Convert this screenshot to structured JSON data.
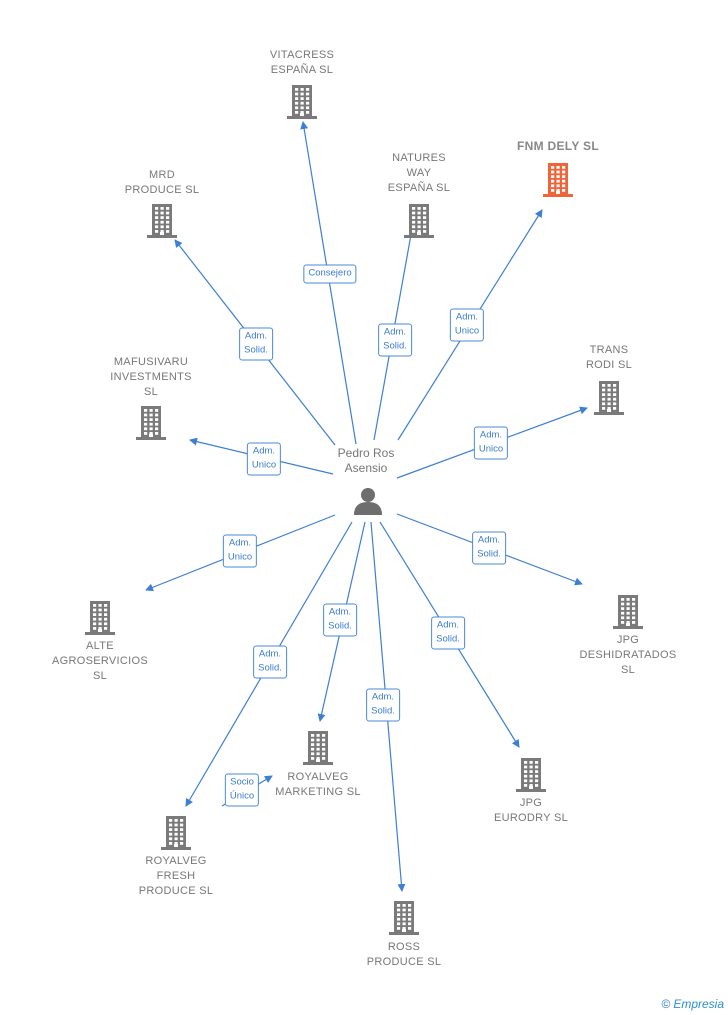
{
  "center": {
    "name": "Pedro Ros\nAsensio"
  },
  "nodes": [
    {
      "id": "vitacress",
      "label": "VITACRESS\nESPAÑA SL"
    },
    {
      "id": "mrd",
      "label": "MRD\nPRODUCE  SL"
    },
    {
      "id": "natures",
      "label": "NATURES\nWAY\nESPAÑA SL"
    },
    {
      "id": "fnm",
      "label": "FNM DELY  SL",
      "highlight": true
    },
    {
      "id": "mafusivaru",
      "label": "MAFUSIVARU\nINVESTMENTS\nSL"
    },
    {
      "id": "trans",
      "label": "TRANS\nRODI SL"
    },
    {
      "id": "alte",
      "label": "ALTE\nAGROSERVICIOS\nSL"
    },
    {
      "id": "jpgdeshid",
      "label": "JPG\nDESHIDRATADOS\nSL"
    },
    {
      "id": "royalvegmkt",
      "label": "ROYALVEG\nMARKETING SL"
    },
    {
      "id": "jpgeurodry",
      "label": "JPG\nEURODRY  SL"
    },
    {
      "id": "royalvegfresh",
      "label": "ROYALVEG\nFRESH\nPRODUCE SL"
    },
    {
      "id": "ross",
      "label": "ROSS\nPRODUCE  SL"
    }
  ],
  "relations": [
    {
      "from": "center",
      "to": "vitacress",
      "label": "Consejero"
    },
    {
      "from": "center",
      "to": "mrd",
      "label": "Adm.\nSolid."
    },
    {
      "from": "center",
      "to": "natures",
      "label": "Adm.\nSolid."
    },
    {
      "from": "center",
      "to": "fnm",
      "label": "Adm.\nUnico"
    },
    {
      "from": "center",
      "to": "mafusivaru",
      "label": "Adm.\nUnico"
    },
    {
      "from": "center",
      "to": "trans",
      "label": "Adm.\nUnico"
    },
    {
      "from": "center",
      "to": "alte",
      "label": "Adm.\nUnico"
    },
    {
      "from": "center",
      "to": "jpgdeshid",
      "label": "Adm.\nSolid."
    },
    {
      "from": "center",
      "to": "royalvegmkt",
      "label": "Adm.\nSolid."
    },
    {
      "from": "center",
      "to": "jpgeurodry",
      "label": "Adm.\nSolid."
    },
    {
      "from": "center",
      "to": "royalvegfresh",
      "label": "Adm.\nSolid."
    },
    {
      "from": "center",
      "to": "ross",
      "label": "Adm.\nSolid."
    },
    {
      "from": "royalvegfresh",
      "to": "royalvegmkt",
      "label": "Socio\nÚnico"
    }
  ],
  "colors": {
    "edge": "#3d7fd4",
    "building": "#7a7a7a",
    "highlight": "#f0643a",
    "person": "#6e6e6e"
  },
  "footer": {
    "copyright": "©",
    "brand": "Empresia"
  }
}
